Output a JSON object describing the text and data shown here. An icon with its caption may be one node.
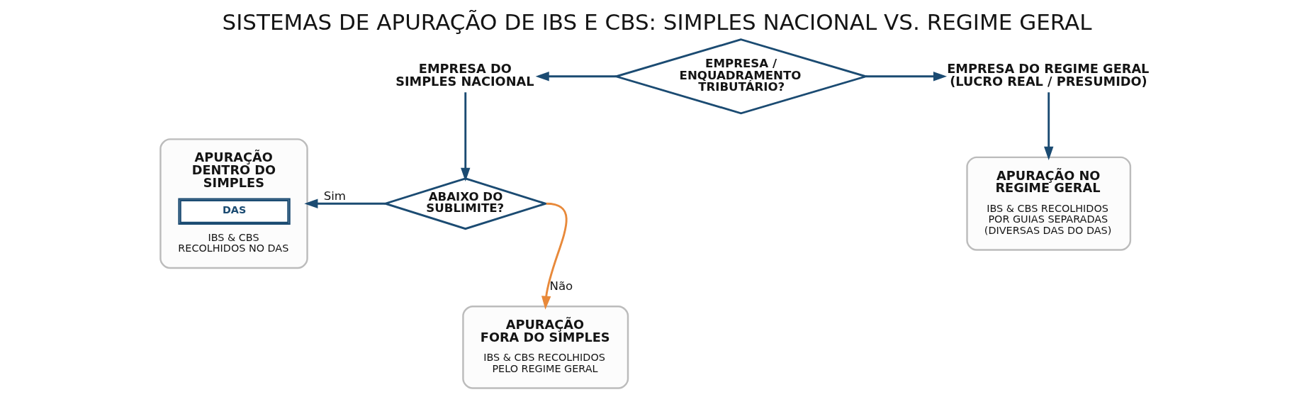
{
  "diagram": {
    "title": "SISTEMAS DE APURAÇÃO DE IBS E CBS: SIMPLES NACIONAL VS. REGIME GERAL",
    "nodes": [
      {
        "text": [
          "EMPRESA / ENQUADRAMENTO TRIBUTÁRIO?"
        ]
      },
      {
        "text": [
          "EMPRESA DO SIMPLES NACIONAL"
        ]
      },
      {
        "text": [
          "EMPRESA DO REGIME GERAL (LUCRO REAL / PRESUMIDO)"
        ]
      },
      {
        "text": [
          "ABAIXO DO SUBLIMITE?"
        ]
      },
      {
        "text": [
          "APURAÇÃO DENTRO DO SIMPLES",
          "DAS",
          "IBS & CBS RECOLHIDOS NO DAS"
        ]
      },
      {
        "text": [
          "APURAÇÃO FORA DO SIMPLES",
          "IBS & CBS RECOLHIDOS PELO REGIME GERAL"
        ]
      },
      {
        "text": [
          "APURAÇÃO NO REGIME GERAL",
          "IBS & CBS RECOLHIDOS POR GUIAS SEPARADAS (DIVERSAS DAS DO DAS)"
        ]
      }
    ],
    "edges": [
      {
        "from": 0,
        "to": 1,
        "arrow": "to"
      },
      {
        "from": 0,
        "to": 2,
        "arrow": "to"
      },
      {
        "from": 1,
        "to": 3,
        "arrow": "to"
      },
      {
        "from": 3,
        "to": 4,
        "label": "Sim",
        "arrow": "to"
      },
      {
        "from": 3,
        "to": 5,
        "label": "Não",
        "arrow": "to",
        "color": "#e8893a"
      },
      {
        "from": 2,
        "to": 6,
        "arrow": "to"
      }
    ]
  }
}
